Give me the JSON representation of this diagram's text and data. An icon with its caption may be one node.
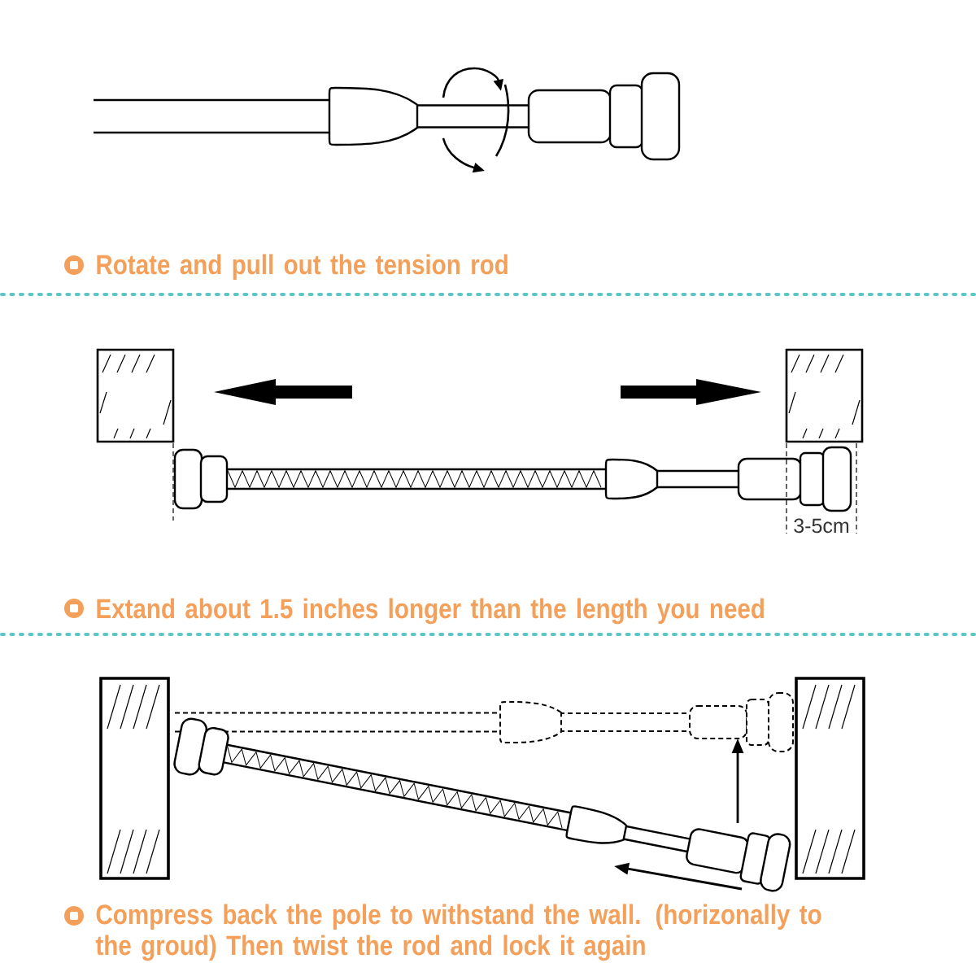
{
  "diagram": {
    "labels": [
      "Rotate and pull out the tension rod",
      "3-5cm",
      "Extand about 1.5 inches longer than the length you need",
      "Compress back the pole to withstand the wall. (horizonally to the groud) Then twist the rod and lock it again"
    ]
  }
}
